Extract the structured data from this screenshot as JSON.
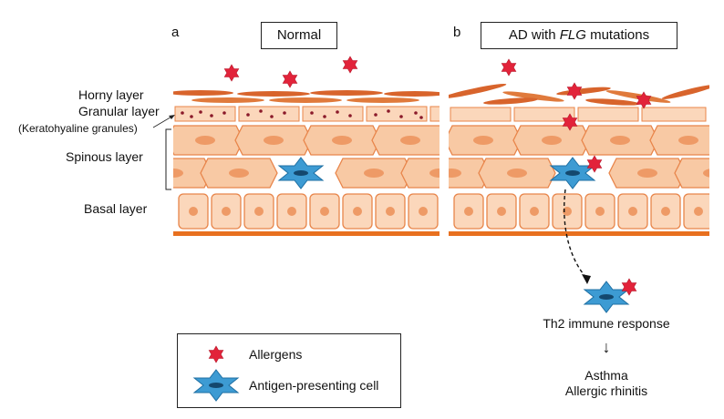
{
  "panels": {
    "a": {
      "letter": "a",
      "title": "Normal"
    },
    "b": {
      "letter": "b",
      "title_prefix": "AD with ",
      "title_italic": "FLG",
      "title_suffix": " mutations"
    }
  },
  "layers": {
    "horny": "Horny layer",
    "granular": "Granular layer",
    "keratohyaline": "(Keratohyaline granules)",
    "spinous": "Spinous layer",
    "basal": "Basal layer"
  },
  "legend": {
    "allergens": "Allergens",
    "apc": "Antigen-presenting cell"
  },
  "outcomes": {
    "response": "Th2 immune response",
    "arrow": "↓",
    "asthma": "Asthma",
    "rhinitis": "Allergic rhinitis"
  },
  "colors": {
    "cell_fill": "#f8c9a4",
    "cell_border": "#e8854a",
    "nucleus": "#ee9a66",
    "basal_line": "#e8701f",
    "horny": "#d8642c",
    "allergen": "#e2233a",
    "apc": "#3d9bd3",
    "granule": "#8b1a2a"
  },
  "icons": [
    "allergen-icon",
    "antigen-presenting-cell-icon",
    "down-arrow-icon"
  ]
}
